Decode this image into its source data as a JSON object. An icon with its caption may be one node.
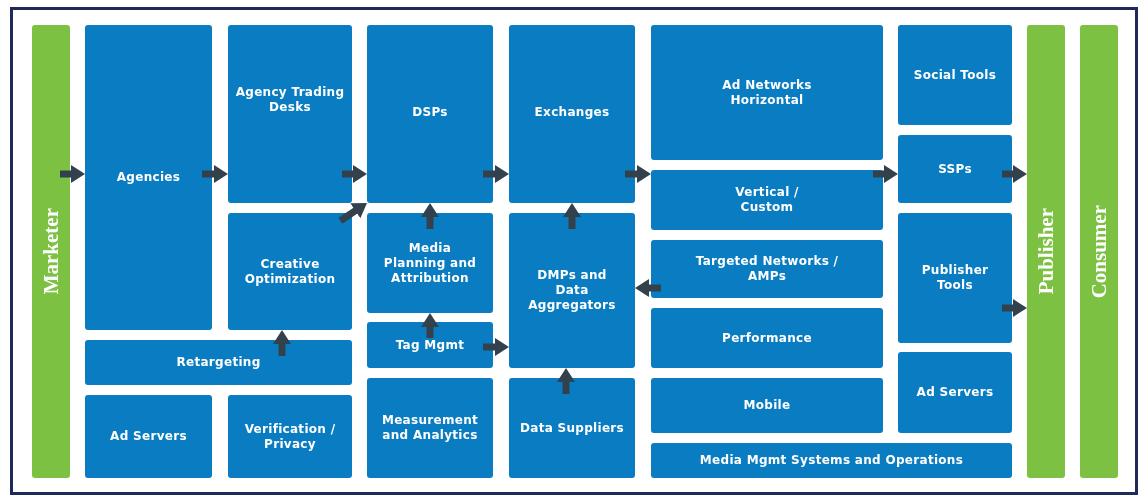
{
  "diagram": {
    "nodes": [
      {
        "text": [
          "Marketer"
        ]
      },
      {
        "text": [
          "Agencies"
        ]
      },
      {
        "text": [
          "Agency Trading Desks"
        ]
      },
      {
        "text": [
          "Creative Optimization"
        ]
      },
      {
        "text": [
          "Retargeting"
        ]
      },
      {
        "text": [
          "Ad Servers"
        ]
      },
      {
        "text": [
          "Verification / Privacy"
        ]
      },
      {
        "text": [
          "DSPs"
        ]
      },
      {
        "text": [
          "Media Planning and Attribution"
        ]
      },
      {
        "text": [
          "Tag Mgmt"
        ]
      },
      {
        "text": [
          "Measurement and Analytics"
        ]
      },
      {
        "text": [
          "Exchanges"
        ]
      },
      {
        "text": [
          "DMPs and Data Aggregators"
        ]
      },
      {
        "text": [
          "Data Suppliers"
        ]
      },
      {
        "text": [
          "Ad Networks Horizontal"
        ]
      },
      {
        "text": [
          "Vertical / Custom"
        ]
      },
      {
        "text": [
          "Targeted Networks / AMPs"
        ]
      },
      {
        "text": [
          "Performance"
        ]
      },
      {
        "text": [
          "Mobile"
        ]
      },
      {
        "text": [
          "Media Mgmt Systems and Operations"
        ]
      },
      {
        "text": [
          "Social Tools"
        ]
      },
      {
        "text": [
          "SSPs"
        ]
      },
      {
        "text": [
          "Publisher Tools"
        ]
      },
      {
        "text": [
          "Ad Servers"
        ]
      },
      {
        "text": [
          "Publisher"
        ]
      },
      {
        "text": [
          "Consumer"
        ]
      }
    ],
    "edges": [
      {
        "from": 0,
        "to": 1,
        "arrow": "to"
      },
      {
        "from": 1,
        "to": 2,
        "arrow": "to"
      },
      {
        "from": 2,
        "to": 7,
        "arrow": "to"
      },
      {
        "from": 3,
        "to": 7,
        "arrow": "to"
      },
      {
        "from": 4,
        "to": 3,
        "arrow": "to"
      },
      {
        "from": 8,
        "to": 7,
        "arrow": "to"
      },
      {
        "from": 9,
        "to": 8,
        "arrow": "to"
      },
      {
        "from": 9,
        "to": 12,
        "arrow": "to"
      },
      {
        "from": 7,
        "to": 11,
        "arrow": "to"
      },
      {
        "from": 12,
        "to": 11,
        "arrow": "to"
      },
      {
        "from": 13,
        "to": 12,
        "arrow": "to"
      },
      {
        "from": 11,
        "to": 15,
        "arrow": "to"
      },
      {
        "from": 15,
        "to": 21,
        "arrow": "to"
      },
      {
        "from": 16,
        "to": 12,
        "arrow": "to"
      },
      {
        "from": 21,
        "to": 24,
        "arrow": "to"
      },
      {
        "from": 22,
        "to": 24,
        "arrow": "to"
      }
    ]
  }
}
